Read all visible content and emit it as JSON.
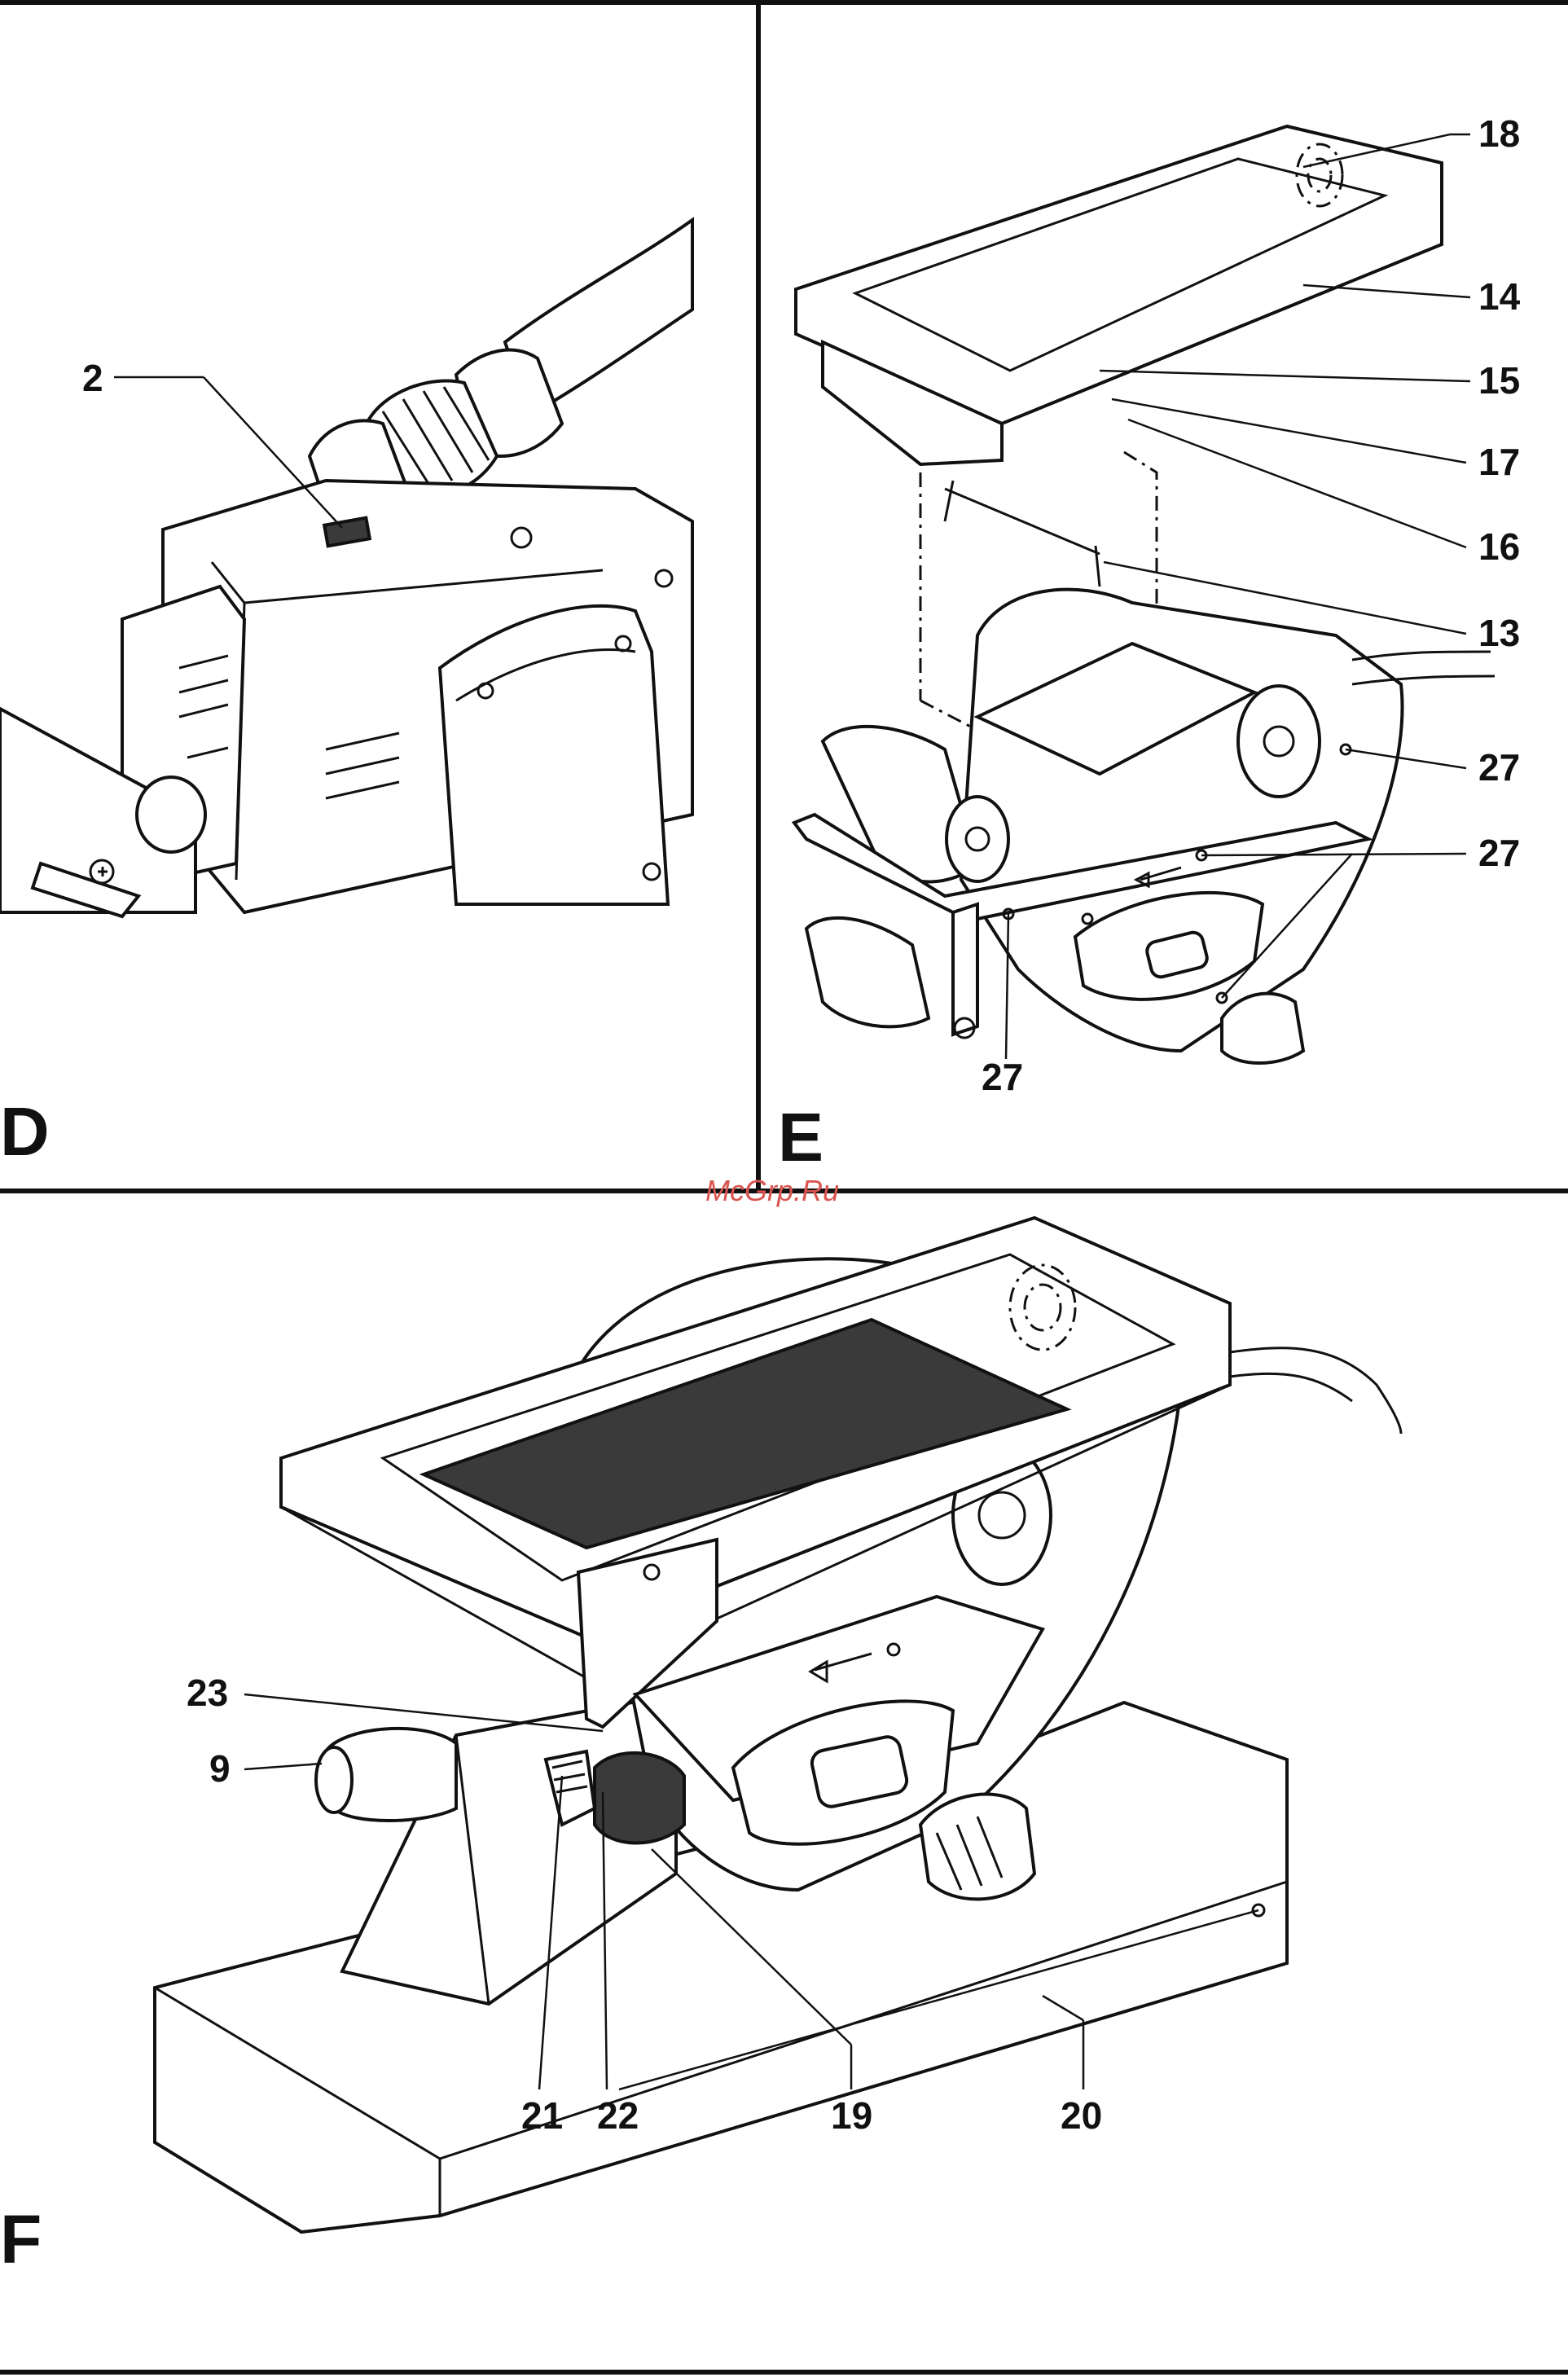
{
  "watermark": "McGrp.Ru",
  "panels": {
    "d": {
      "letter": "D",
      "callouts": [
        "2"
      ]
    },
    "e": {
      "letter": "E",
      "callouts": [
        "18",
        "14",
        "15",
        "17",
        "16",
        "13",
        "27",
        "27",
        "27"
      ]
    },
    "f": {
      "letter": "F",
      "callouts": [
        "23",
        "9",
        "21",
        "22",
        "19",
        "20"
      ]
    }
  }
}
